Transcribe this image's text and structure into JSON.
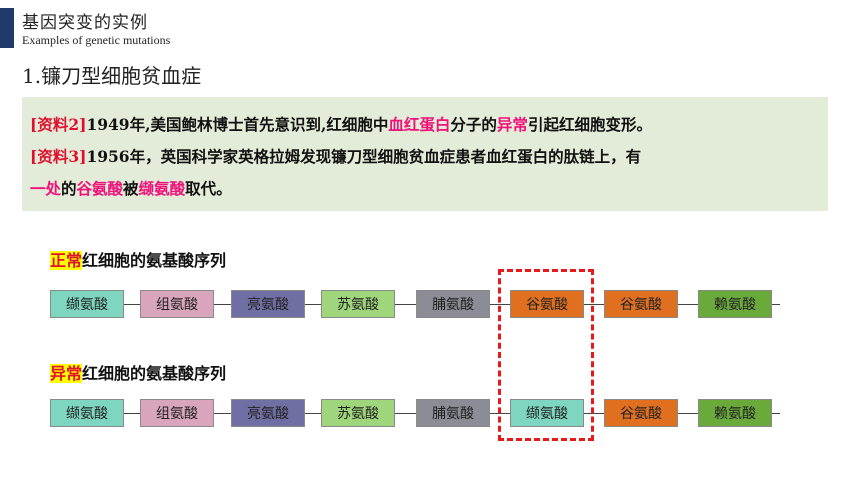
{
  "header": {
    "title": "基因突变的实例",
    "subtitle": "Examples of genetic mutations"
  },
  "section": {
    "heading": "1.镰刀型细胞贫血症"
  },
  "info": {
    "m2_tag": "[资料2]",
    "m2_t1": "1949年,美国鲍林博士首先意识到,红细胞中",
    "m2_hl1": "血红蛋白",
    "m2_t2": "分子的",
    "m2_hl2": "异常",
    "m2_t3": "引起红细胞变形。",
    "m3_tag": "[资料3]",
    "m3_t1": "1956年，英国科学家英格拉姆发现镰刀型细胞贫血症患者血红蛋白的肽链上，有",
    "m3_hl1": "一处",
    "m3_t2": "的",
    "m3_hl2": "谷氨酸",
    "m3_t3": "被",
    "m3_hl3": "缬氨酸",
    "m3_t4": "取代。"
  },
  "normal": {
    "prefix": "正常",
    "label": "红细胞的氨基酸序列",
    "chain": [
      {
        "name": "缬氨酸",
        "color": "#7fd6c0"
      },
      {
        "name": "组氨酸",
        "color": "#d9a5bd"
      },
      {
        "name": "亮氨酸",
        "color": "#6f6fa3"
      },
      {
        "name": "苏氨酸",
        "color": "#9fd67c"
      },
      {
        "name": "脯氨酸",
        "color": "#8c8c96"
      },
      {
        "name": "谷氨酸",
        "color": "#e07020"
      },
      {
        "name": "谷氨酸",
        "color": "#e07020"
      },
      {
        "name": "赖氨酸",
        "color": "#6aaa3a"
      }
    ]
  },
  "abnormal": {
    "prefix": "异常",
    "label": "红细胞的氨基酸序列",
    "chain": [
      {
        "name": "缬氨酸",
        "color": "#7fd6c0"
      },
      {
        "name": "组氨酸",
        "color": "#d9a5bd"
      },
      {
        "name": "亮氨酸",
        "color": "#6f6fa3"
      },
      {
        "name": "苏氨酸",
        "color": "#9fd67c"
      },
      {
        "name": "脯氨酸",
        "color": "#8c8c96"
      },
      {
        "name": "缬氨酸",
        "color": "#7fd6c0"
      },
      {
        "name": "谷氨酸",
        "color": "#e07020"
      },
      {
        "name": "赖氨酸",
        "color": "#6aaa3a"
      }
    ]
  }
}
